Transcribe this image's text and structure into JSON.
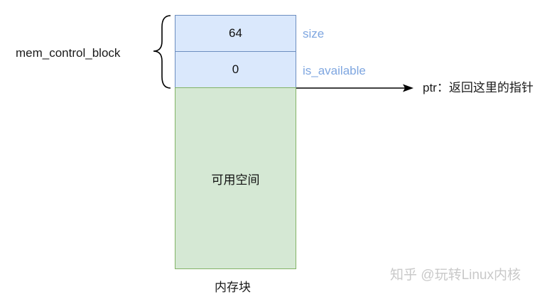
{
  "memory_block": {
    "fields": [
      {
        "value": "64",
        "label": "size"
      },
      {
        "value": "0",
        "label": "is_available"
      }
    ],
    "free_space_label": "可用空间",
    "block_caption": "内存块"
  },
  "header_group_label": "mem_control_block",
  "pointer_annotation": "ptr：返回这里的指针",
  "watermark": "知乎 @玩转Linux内核",
  "colors": {
    "field_fill": "#dae8fc",
    "field_stroke": "#6c8ebf",
    "field_label": "#7ea6e0",
    "free_fill": "#d5e8d4",
    "free_stroke": "#82b366"
  }
}
